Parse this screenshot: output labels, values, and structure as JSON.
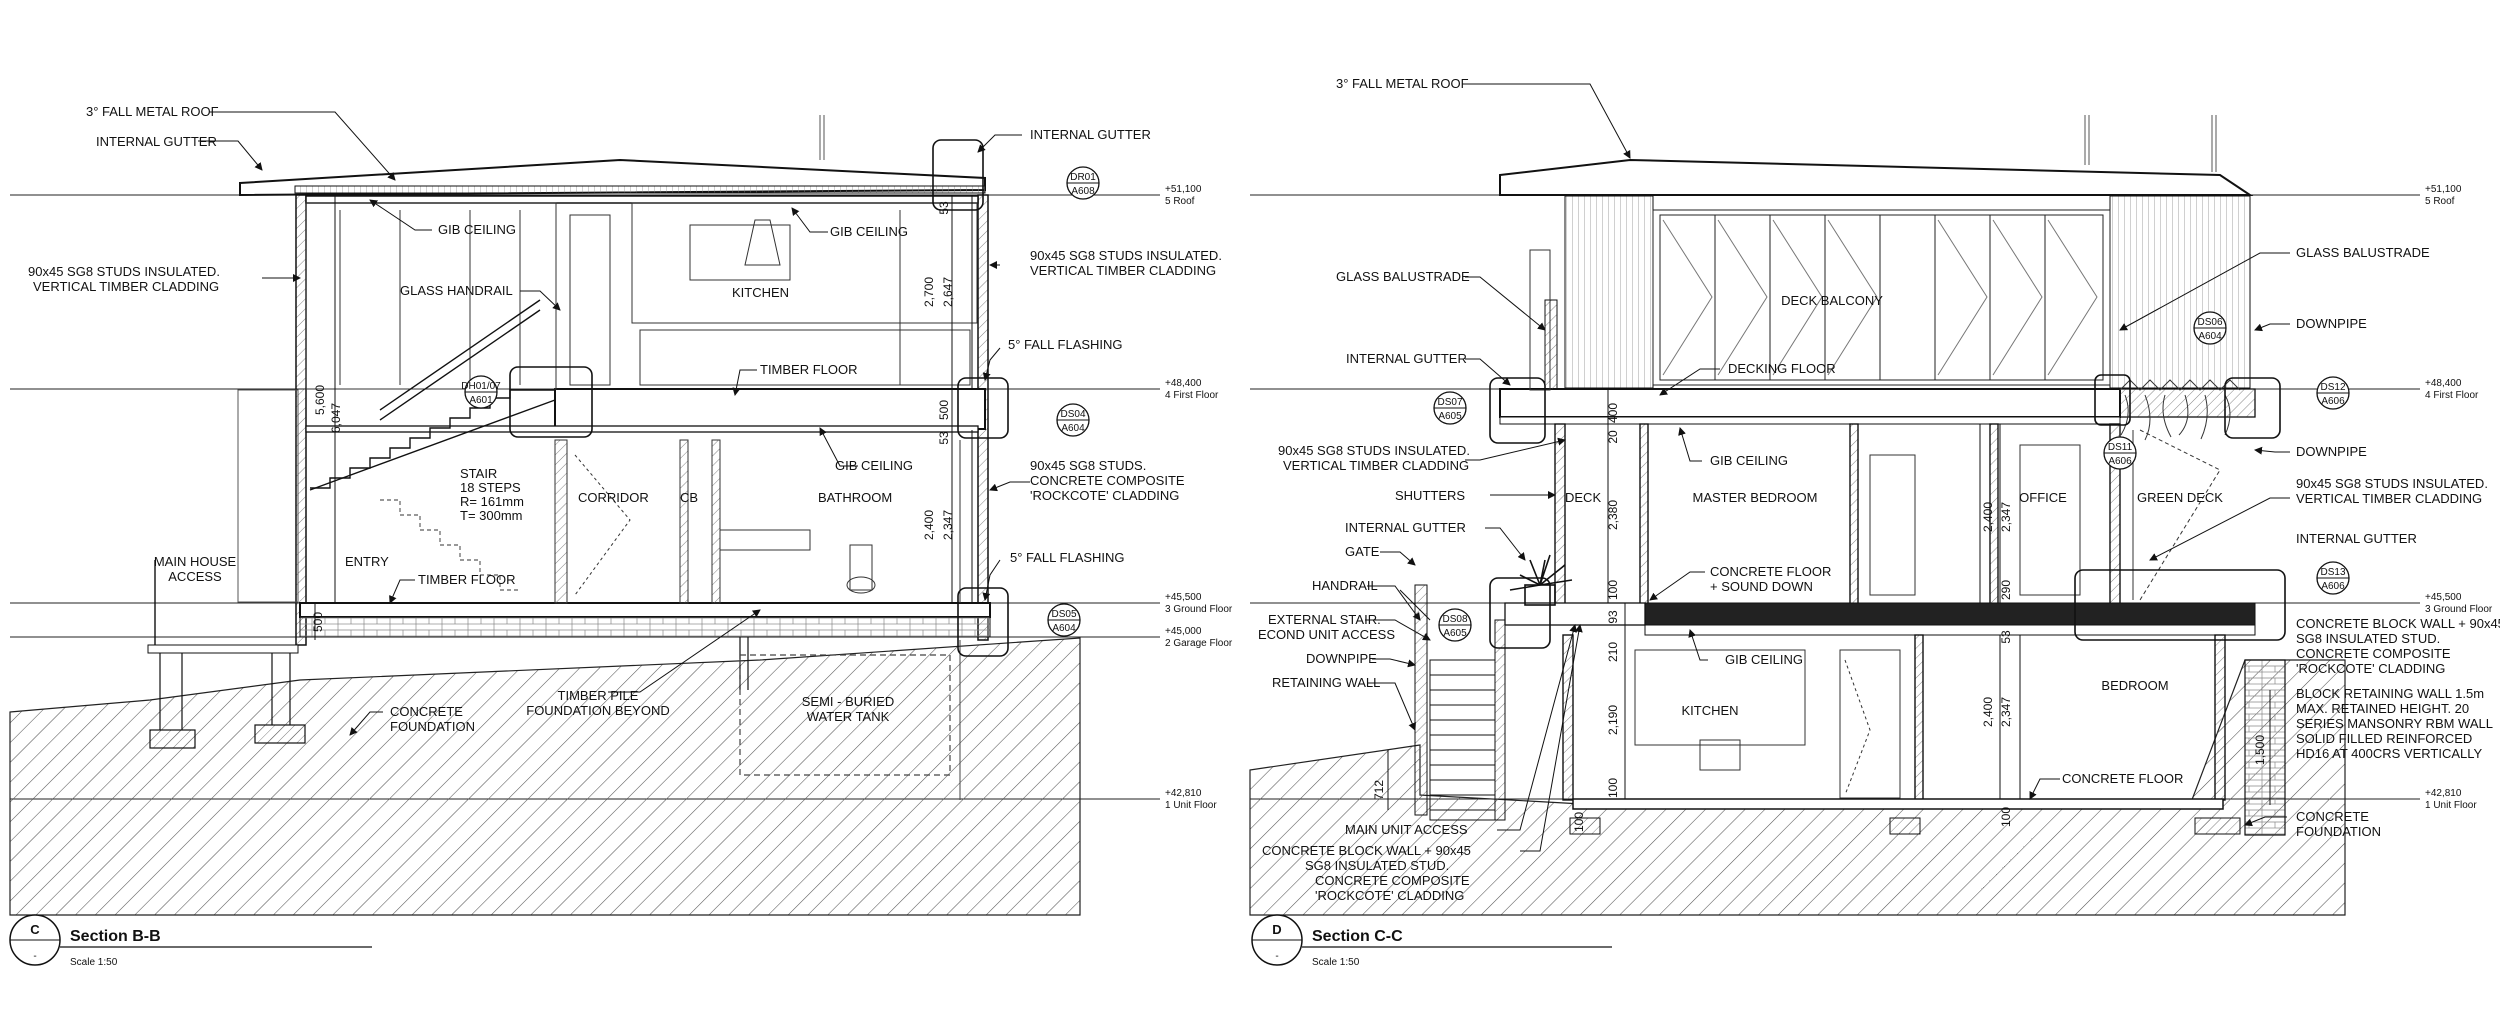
{
  "sections": [
    {
      "letter": "C",
      "title": "Section B-B",
      "dash": "-",
      "scale": "Scale 1:50",
      "levels": [
        {
          "value": "+51,100",
          "name": "5 Roof"
        },
        {
          "value": "+48,400",
          "name": "4 First Floor"
        },
        {
          "value": "+45,500",
          "name": "3 Ground Floor"
        },
        {
          "value": "+45,000",
          "name": "2 Garage Floor"
        },
        {
          "value": "+42,810",
          "name": "1 Unit Floor"
        }
      ],
      "labels": {
        "roof": "3° FALL METAL ROOF",
        "internal_gutter_left": "INTERNAL GUTTER",
        "internal_gutter_right": "INTERNAL GUTTER",
        "studs_left": [
          "90x45 SG8 STUDS INSULATED.",
          "VERTICAL TIMBER CLADDING"
        ],
        "gib_ceiling_1": "GIB CEILING",
        "gib_ceiling_2": "GIB CEILING",
        "gib_ceiling_3": "GIB CEILING",
        "glass_handrail": "GLASS HANDRAIL",
        "kitchen": "KITCHEN",
        "studs_right": [
          "90x45 SG8 STUDS INSULATED.",
          "VERTICAL TIMBER CLADDING"
        ],
        "flashing_1": "5° FALL FLASHING",
        "timber_floor_1": "TIMBER FLOOR",
        "stair": [
          "STAIR",
          "18 STEPS",
          "R= 161mm",
          "T= 300mm"
        ],
        "corridor": "CORRIDOR",
        "cb": "CB",
        "bathroom": "BATHROOM",
        "concrete_cladding": [
          "90x45 SG8 STUDS.",
          "CONCRETE COMPOSITE",
          "'ROCKCOTE' CLADDING"
        ],
        "flashing_2": "5° FALL FLASHING",
        "main_house": [
          "MAIN HOUSE",
          "ACCESS"
        ],
        "entry": "ENTRY",
        "timber_floor_2": "TIMBER FLOOR",
        "concrete_foundation": [
          "CONCRETE",
          "FOUNDATION"
        ],
        "timber_pile": [
          "TIMBER PILE",
          "FOUNDATION BEYOND"
        ],
        "water_tank": [
          "SEMI - BURIED",
          "WATER TANK"
        ]
      },
      "tags": [
        {
          "top": "DR01",
          "bottom": "A608"
        },
        {
          "top": "DH01/07",
          "bottom": "A601"
        },
        {
          "top": "DS04",
          "bottom": "A604"
        },
        {
          "top": "DS05",
          "bottom": "A604"
        }
      ],
      "dims": [
        "5,600",
        "6,047",
        "2,700",
        "2,647",
        "53",
        "500",
        "53",
        "2,400",
        "2,347",
        "500"
      ]
    },
    {
      "letter": "D",
      "title": "Section C-C",
      "dash": "-",
      "scale": "Scale 1:50",
      "levels": [
        {
          "value": "+51,100",
          "name": "5 Roof"
        },
        {
          "value": "+48,400",
          "name": "4 First Floor"
        },
        {
          "value": "+45,500",
          "name": "3 Ground Floor"
        },
        {
          "value": "+42,810",
          "name": "1 Unit Floor"
        }
      ],
      "labels": {
        "roof": "3° FALL METAL ROOF",
        "glass_balustrade_left": "GLASS BALUSTRADE",
        "glass_balustrade_right": "GLASS BALUSTRADE",
        "deck_balcony": "DECK BALCONY",
        "downpipe_1": "DOWNPIPE",
        "internal_gutter_1": "INTERNAL GUTTER",
        "decking_floor": "DECKING FLOOR",
        "studs_left": [
          "90x45 SG8 STUDS INSULATED.",
          "VERTICAL TIMBER CLADDING"
        ],
        "gib_ceiling_1": "GIB CEILING",
        "shutters": "SHUTTERS",
        "deck": "DECK",
        "master_bedroom": "MASTER BEDROOM",
        "office": "OFFICE",
        "green_deck": "GREEN DECK",
        "downpipe_2": "DOWNPIPE",
        "studs_right": [
          "90x45 SG8 STUDS INSULATED.",
          "VERTICAL TIMBER CLADDING"
        ],
        "internal_gutter_2": "INTERNAL GUTTER",
        "internal_gutter_3": "INTERNAL GUTTER",
        "gate": "GATE",
        "concrete_floor_1": [
          "CONCRETE FLOOR",
          "+ SOUND DOWN"
        ],
        "handrail": "HANDRAIL",
        "external_stair": [
          "EXTERNAL STAIR.",
          "ECOND UNIT ACCESS"
        ],
        "downpipe_3": "DOWNPIPE",
        "gib_ceiling_2": "GIB CEILING",
        "retaining_wall": "RETAINING WALL",
        "kitchen": "KITCHEN",
        "bedroom": "BEDROOM",
        "block_wall_right": [
          "CONCRETE BLOCK WALL + 90x45",
          "SG8 INSULATED STUD.",
          "CONCRETE COMPOSITE",
          "'ROCKCOTE' CLADDING"
        ],
        "block_retaining": [
          "BLOCK RETAINING WALL 1.5m",
          "MAX. RETAINED HEIGHT. 20",
          "SERIES MANSONRY RBM WALL",
          "SOLID FILLED REINFORCED",
          "HD16 AT 400CRS VERTICALLY"
        ],
        "concrete_floor_2": "CONCRETE FLOOR",
        "concrete_foundation": [
          "CONCRETE",
          "FOUNDATION"
        ],
        "main_unit_access": "MAIN UNIT ACCESS",
        "block_wall_left": [
          "CONCRETE BLOCK WALL + 90x45",
          "SG8 INSULATED STUD.",
          "CONCRETE COMPOSITE",
          "'ROCKCOTE' CLADDING"
        ]
      },
      "tags": [
        {
          "top": "DS07",
          "bottom": "A605"
        },
        {
          "top": "DS06",
          "bottom": "A604"
        },
        {
          "top": "DS12",
          "bottom": "A606"
        },
        {
          "top": "DS11",
          "bottom": "A606"
        },
        {
          "top": "DS08",
          "bottom": "A605"
        },
        {
          "top": "DS13",
          "bottom": "A606"
        }
      ],
      "dims": [
        "400",
        "20",
        "2,380",
        "2,400",
        "2,347",
        "100",
        "93",
        "210",
        "2,190",
        "100",
        "290",
        "53",
        "2,400",
        "2,347",
        "1,500",
        "712",
        "100",
        "100"
      ]
    }
  ]
}
